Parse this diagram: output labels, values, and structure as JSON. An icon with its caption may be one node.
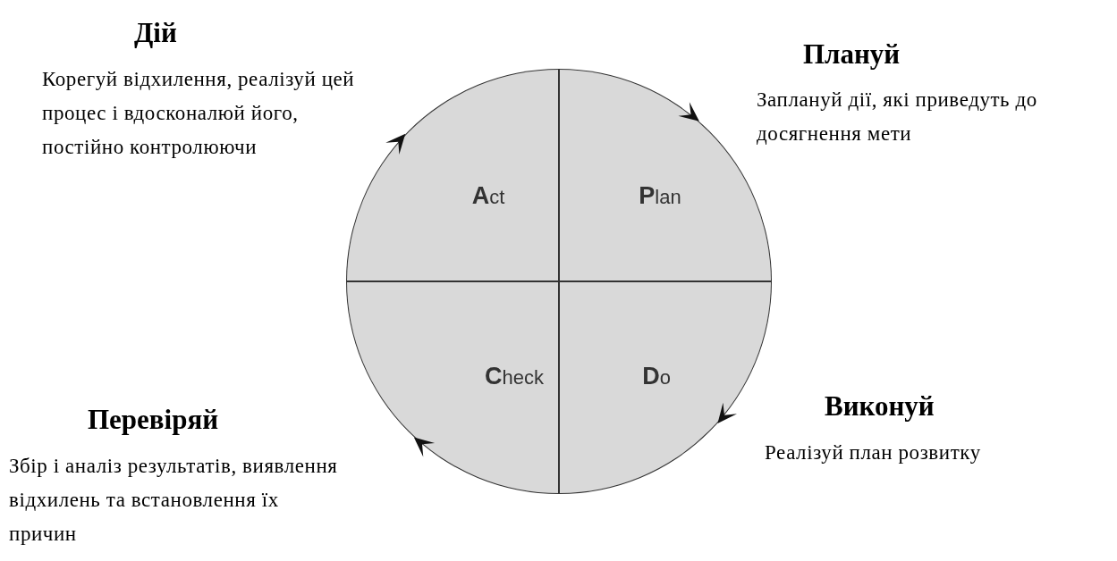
{
  "diagram": {
    "nodes": [
      {
        "text": [
          "**A**ct"
        ]
      },
      {
        "text": [
          "**P**lan"
        ]
      },
      {
        "text": [
          "**C**heck"
        ]
      },
      {
        "text": [
          "**D**o"
        ]
      }
    ],
    "labels": [
      "Дій",
      "Корегуй відхилення, реалізуй цей процес і вдосконалюй його, постійно контролюючи",
      "Плануй",
      "Заплануй дії, які приведуть до досягнення мети",
      "Виконуй",
      "Реалізуй план розвитку",
      "Перевіряй",
      "Збір і аналіз результатів, виявлення відхилень та встановлення їх причин"
    ]
  }
}
